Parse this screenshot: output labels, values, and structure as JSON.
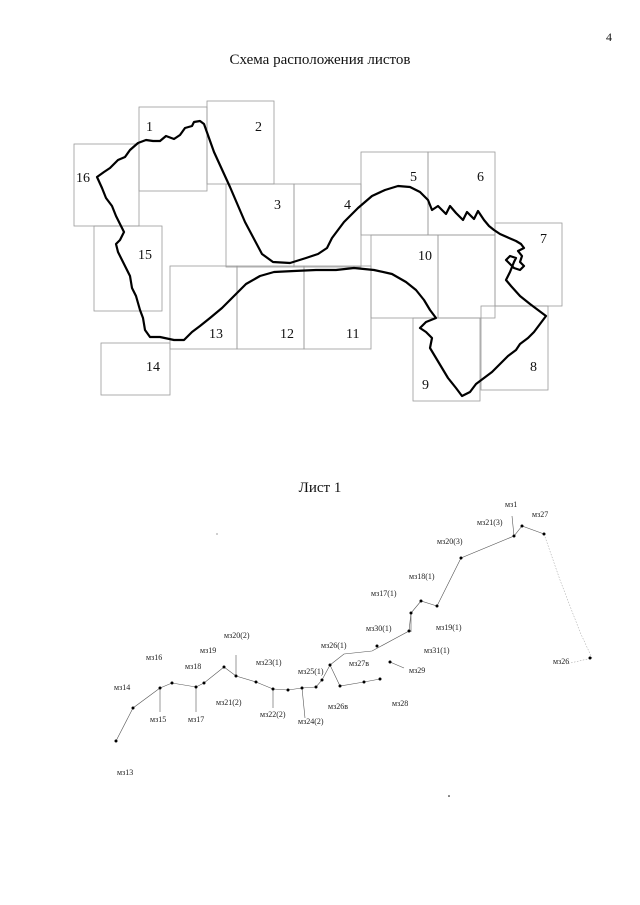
{
  "page_number": "4",
  "scheme_title": "Схема расположения листов",
  "sheet_title": "Лист 1",
  "sheets": [
    "1",
    "2",
    "3",
    "4",
    "5",
    "6",
    "7",
    "8",
    "9",
    "10",
    "11",
    "12",
    "13",
    "14",
    "15",
    "16"
  ],
  "points": [
    "мз1",
    "мз27",
    "мз21(3)",
    "мз20(3)",
    "мз18(1)",
    "мз17(1)",
    "мз30(1)",
    "мз19(1)",
    "мз31(1)",
    "мз26",
    "мз20(2)",
    "мз19",
    "мз23(1)",
    "мз26(1)",
    "мз25(1)",
    "мз27в",
    "мз29",
    "мз16",
    "мз18",
    "мз14",
    "мз15",
    "мз17",
    "мз21(2)",
    "мз22(2)",
    "мз24(2)",
    "мз26в",
    "мз28",
    "мз13"
  ]
}
